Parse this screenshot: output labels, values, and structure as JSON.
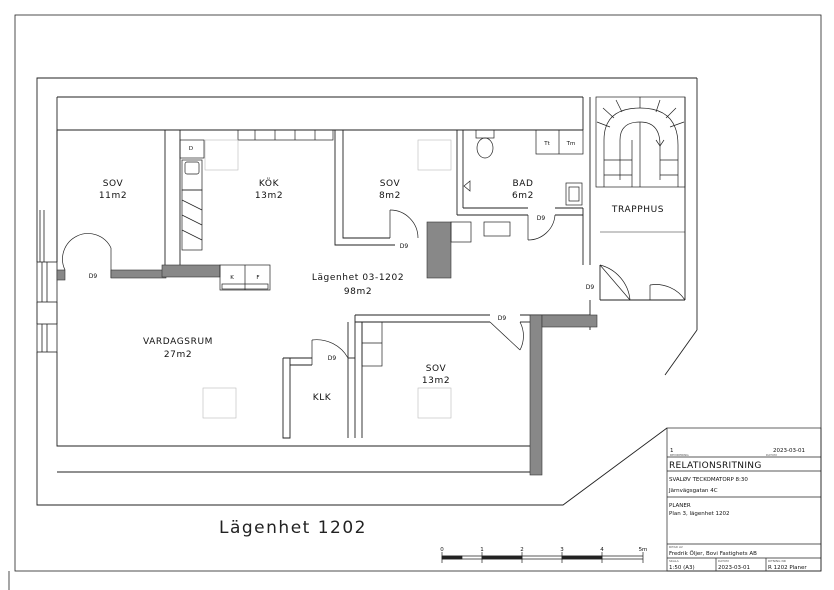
{
  "plan_title": "Lägenhet 1202",
  "apartment": {
    "label": "Lägenhet 03-1202",
    "area": "98m2"
  },
  "rooms": [
    {
      "id": "sov1",
      "name": "SOV",
      "area": "11m2"
    },
    {
      "id": "kok",
      "name": "KÖK",
      "area": "13m2"
    },
    {
      "id": "sov2",
      "name": "SOV",
      "area": "8m2"
    },
    {
      "id": "bad",
      "name": "BAD",
      "area": "6m2"
    },
    {
      "id": "trapphus",
      "name": "TRAPPHUS",
      "area": ""
    },
    {
      "id": "vardagsrum",
      "name": "VARDAGSRUM",
      "area": "27m2"
    },
    {
      "id": "klk",
      "name": "KLK",
      "area": ""
    },
    {
      "id": "sov3",
      "name": "SOV",
      "area": "13m2"
    }
  ],
  "fixtures": {
    "k": "K",
    "f": "F",
    "d": "D",
    "tt": "Tt",
    "tm": "Tm"
  },
  "door_tag": "D9",
  "scale_bar": {
    "ticks": [
      "0",
      "1",
      "2",
      "3",
      "4",
      "5m"
    ]
  },
  "title_block": {
    "rev_number": "1",
    "rev_date": "2023-03-01",
    "rev_hdr": "REVIDERING",
    "date_hdr": "DATUM",
    "heading": "RELATIONSRITNING",
    "line1": "SVALØV TECKOMATORP 8:30",
    "line2": "Järnvägsgatan 4C",
    "line3": "PLANER",
    "line4": "Plan 3, lägenhet 1202",
    "drawn_by_hdr": "RITAD AV",
    "drawn_by": "Fredrik Öljer, Bovi Fastighets AB",
    "scale_hdr": "SKALA",
    "date2_hdr": "DATUM",
    "drawing_no_hdr": "RITNING NR",
    "scale": "1:50 (A3)",
    "date": "2023-03-01",
    "drawing_no": "R 1202 Planer"
  }
}
